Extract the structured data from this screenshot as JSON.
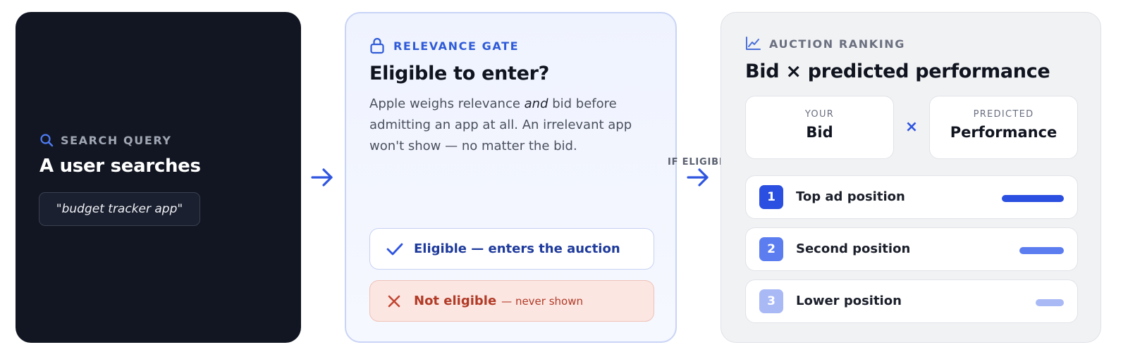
{
  "query_panel": {
    "kicker": "SEARCH QUERY",
    "title": "A user searches",
    "query": "\"budget tracker app\"",
    "icon": "search-icon"
  },
  "flow": {
    "arrow_label": "IF ELIGIBLE"
  },
  "gate_panel": {
    "kicker": "RELEVANCE GATE",
    "title": "Eligible to enter?",
    "description_before": "Apple weighs relevance ",
    "description_emphasis": "and",
    "description_after": " bid before admitting an app at all. An irrelevant app won't show — no matter the bid.",
    "eligible_label": "Eligible — enters the auction",
    "not_eligible_label": "Not eligible",
    "not_eligible_sub": "— never shown",
    "icon": "lock-icon"
  },
  "rank_panel": {
    "kicker": "AUCTION RANKING",
    "title": "Bid × predicted performance",
    "bid_kicker": "YOUR",
    "bid_value": "Bid",
    "operator": "×",
    "perf_kicker": "PREDICTED",
    "perf_value": "Performance",
    "icon": "chart-line-icon",
    "positions": [
      {
        "rank": "1",
        "label": "Top ad position",
        "strength": 1.0,
        "color": "#2b4fe0",
        "bar_color": "#2b4fe0"
      },
      {
        "rank": "2",
        "label": "Second position",
        "strength": 0.72,
        "color": "#5b7df0",
        "bar_color": "#5b7df0"
      },
      {
        "rank": "3",
        "label": "Lower position",
        "strength": 0.46,
        "color": "#a9b9f5",
        "bar_color": "#a9b9f5"
      }
    ]
  },
  "colors": {
    "accent": "#2f55e0",
    "dark_panel": "#121622",
    "error": "#b23a26"
  }
}
